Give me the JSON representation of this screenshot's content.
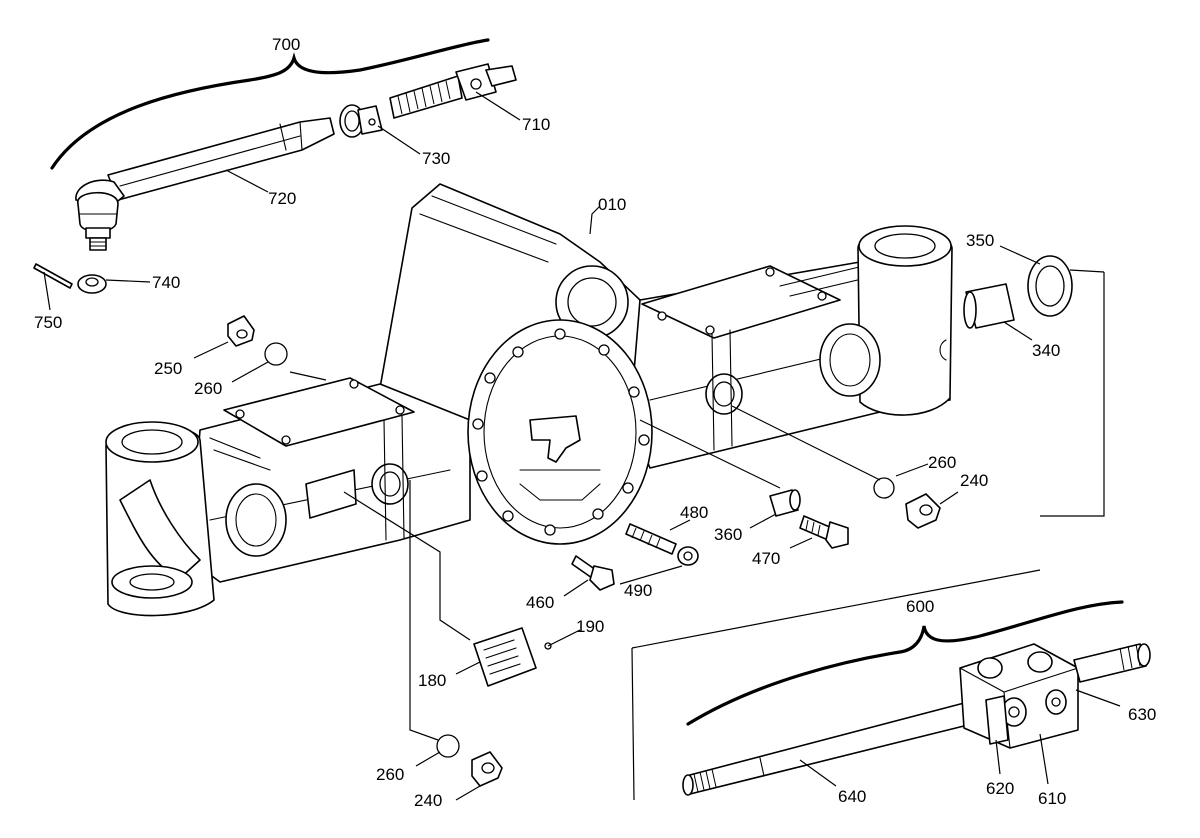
{
  "diagram": {
    "callouts": {
      "c700": "700",
      "c710": "710",
      "c730": "730",
      "c720": "720",
      "c010": "010",
      "c740": "740",
      "c750": "750",
      "c350": "350",
      "c340": "340",
      "c250": "250",
      "c260a": "260",
      "c260b": "260",
      "c240a": "240",
      "c480": "480",
      "c360": "360",
      "c470": "470",
      "c460": "460",
      "c490": "490",
      "c190": "190",
      "c180": "180",
      "c600": "600",
      "c630": "630",
      "c260c": "260",
      "c240b": "240",
      "c640": "640",
      "c620": "620",
      "c610": "610"
    }
  }
}
